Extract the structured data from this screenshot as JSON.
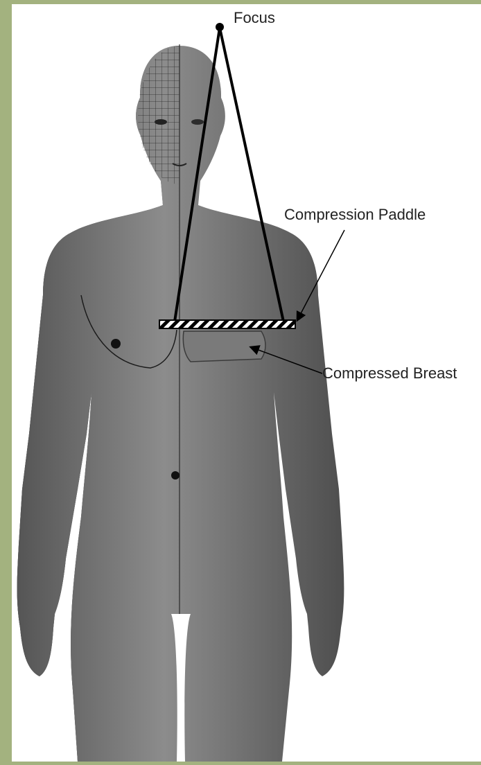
{
  "diagram": {
    "labels": {
      "focus": "Focus",
      "paddle": "Compression Paddle",
      "breast": "Compressed Breast"
    },
    "colors": {
      "frame": "#a3b27f",
      "background": "#ffffff",
      "skin_dark": "#4a4a4a",
      "skin_light": "#8a8a8a",
      "mesh_line": "#1c1c1c",
      "beam_line": "#000000"
    }
  }
}
